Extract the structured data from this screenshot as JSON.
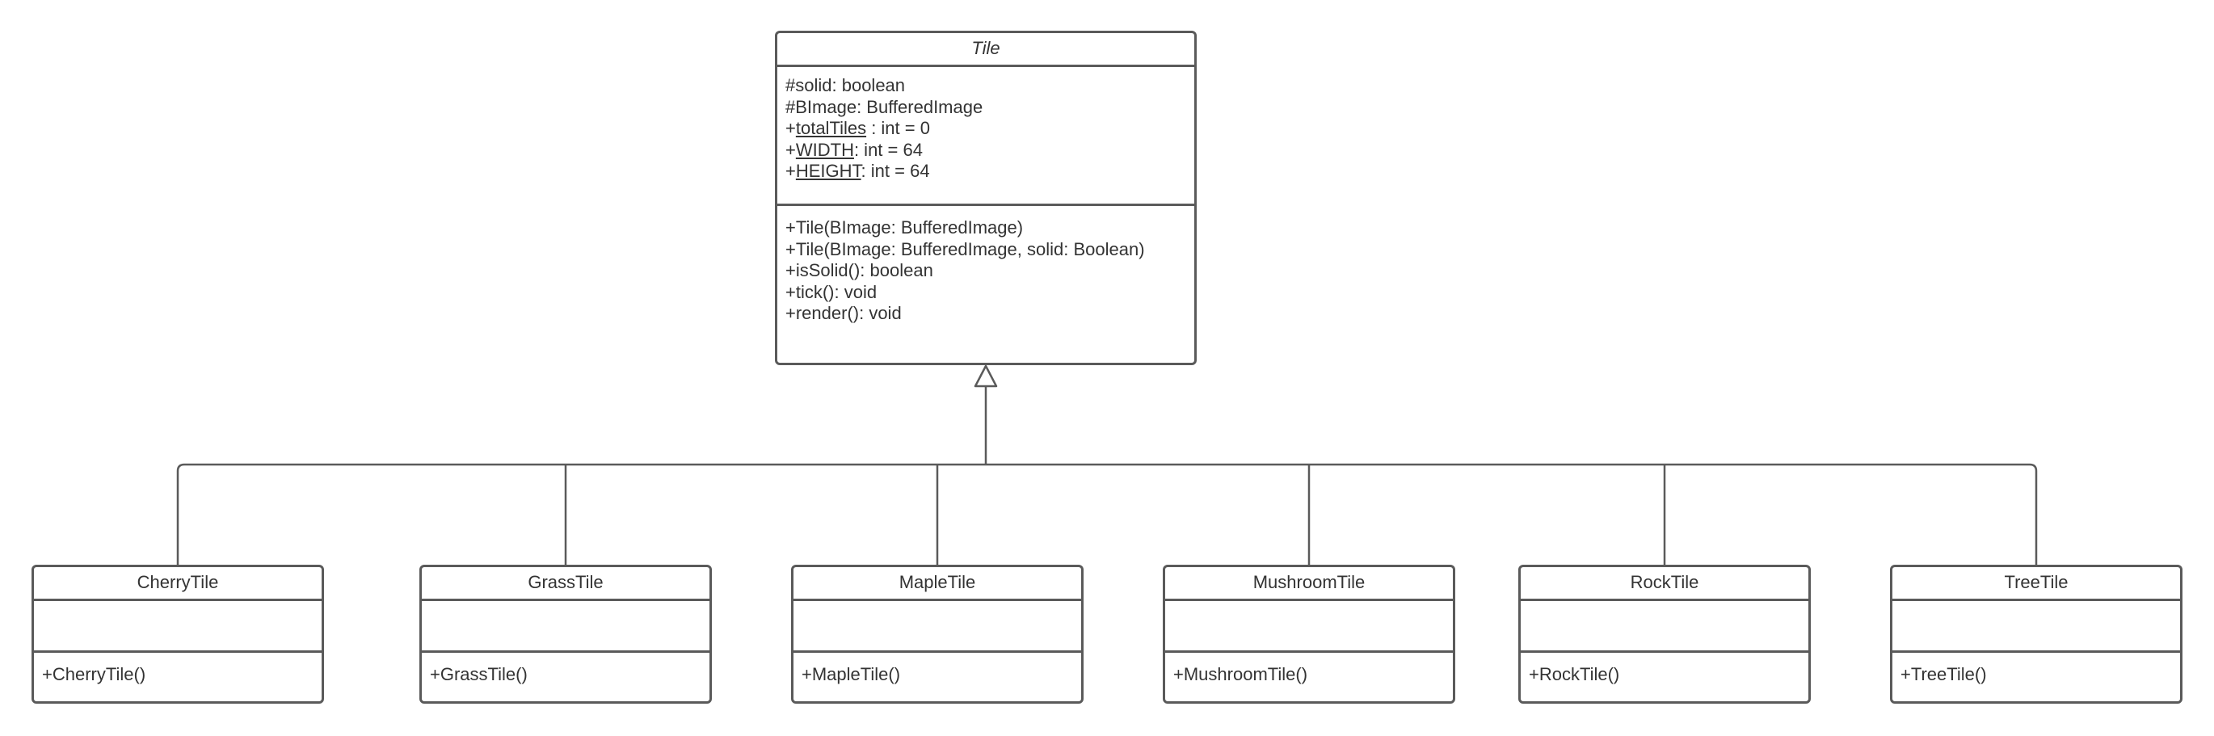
{
  "parent": {
    "name": "Tile",
    "attributes": [
      {
        "prefix": "#",
        "name": "solid",
        "suffix": ": boolean"
      },
      {
        "prefix": "#",
        "name": "BImage",
        "suffix": ": BufferedImage"
      },
      {
        "prefix": "+",
        "name": "totalTiles",
        "suffix": " : int = 0"
      },
      {
        "prefix": "+",
        "name": "WIDTH",
        "suffix": ": int = 64"
      },
      {
        "prefix": "+",
        "name": "HEIGHT",
        "suffix": ": int = 64"
      }
    ],
    "operations": [
      "+Tile(BImage: BufferedImage)",
      "+Tile(BImage: BufferedImage, solid: Boolean)",
      "+isSolid(): boolean",
      "+tick(): void",
      "+render(): void"
    ]
  },
  "subclasses": [
    {
      "name": "CherryTile",
      "operations": [
        "+CherryTile()"
      ]
    },
    {
      "name": "GrassTile",
      "operations": [
        "+GrassTile()"
      ]
    },
    {
      "name": "MapleTile",
      "operations": [
        "+MapleTile()"
      ]
    },
    {
      "name": "MushroomTile",
      "operations": [
        "+MushroomTile()"
      ]
    },
    {
      "name": "RockTile",
      "operations": [
        "+RockTile()"
      ]
    },
    {
      "name": "TreeTile",
      "operations": [
        "+TreeTile()"
      ]
    }
  ],
  "colors": {
    "line": "#5a5a5a",
    "text": "#333333",
    "background": "#ffffff"
  }
}
